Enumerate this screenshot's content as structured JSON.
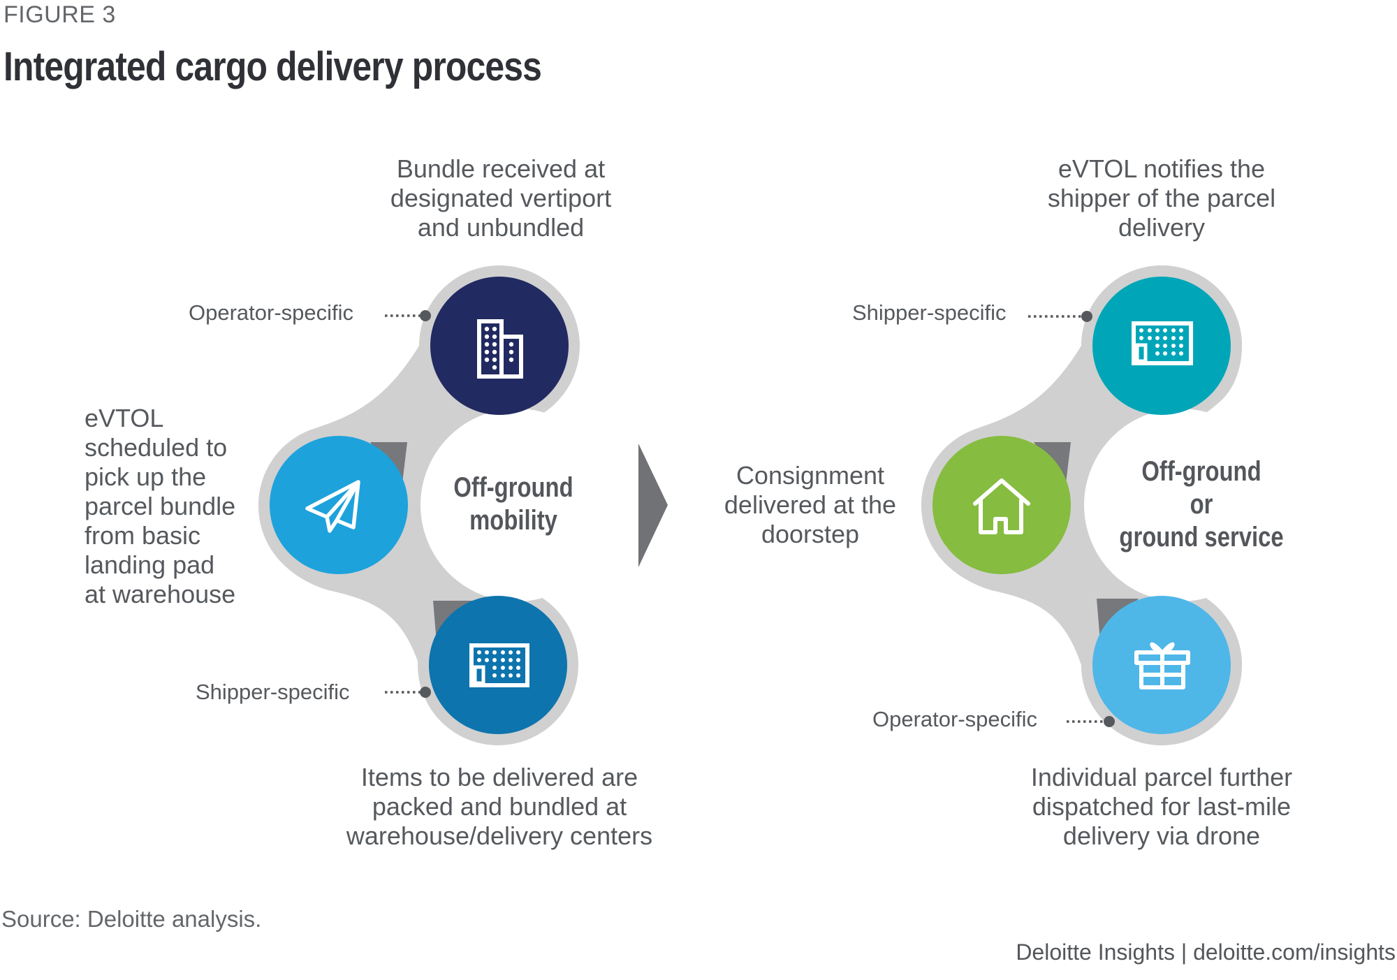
{
  "figure_label": "FIGURE 3",
  "title": "Integrated cargo delivery process",
  "colors": {
    "ring_gray": "#d0d0d0",
    "pointer_gray": "#76787b",
    "text_gray": "#55595d",
    "left_top": "#212a61",
    "left_middle": "#1ea2dc",
    "left_bottom": "#0d74ad",
    "right_top": "#00a6b8",
    "right_middle": "#86bc40",
    "right_bottom": "#4fb6e8",
    "arrow": "#707276"
  },
  "left_cluster": {
    "center_label": "Off-ground\nmobility",
    "nodes": [
      {
        "id": "top",
        "icon": "office-buildings-icon",
        "description": "Bundle received at\ndesignated vertiport\nand unbundled",
        "tag": "Operator-specific"
      },
      {
        "id": "middle",
        "icon": "paper-plane-icon",
        "description": "eVTOL\nscheduled to\npick up the\nparcel bundle\nfrom basic\nlanding pad\nat warehouse",
        "tag": ""
      },
      {
        "id": "bottom",
        "icon": "warehouse-building-icon",
        "description": "Items to be delivered are\npacked and bundled at\nwarehouse/delivery centers",
        "tag": "Shipper-specific"
      }
    ]
  },
  "right_cluster": {
    "center_label": "Off-ground\nor\nground service",
    "nodes": [
      {
        "id": "top",
        "icon": "warehouse-building-icon",
        "description": "eVTOL notifies the\nshipper of the parcel\ndelivery",
        "tag": "Shipper-specific"
      },
      {
        "id": "middle",
        "icon": "house-icon",
        "description": "Consignment\ndelivered at the\ndoorstep",
        "tag": ""
      },
      {
        "id": "bottom",
        "icon": "gift-icon",
        "description": "Individual parcel further\ndispatched for last-mile\ndelivery via drone",
        "tag": "Operator-specific"
      }
    ]
  },
  "source": "Source: Deloitte analysis.",
  "footer": "Deloitte Insights | deloitte.com/insights"
}
